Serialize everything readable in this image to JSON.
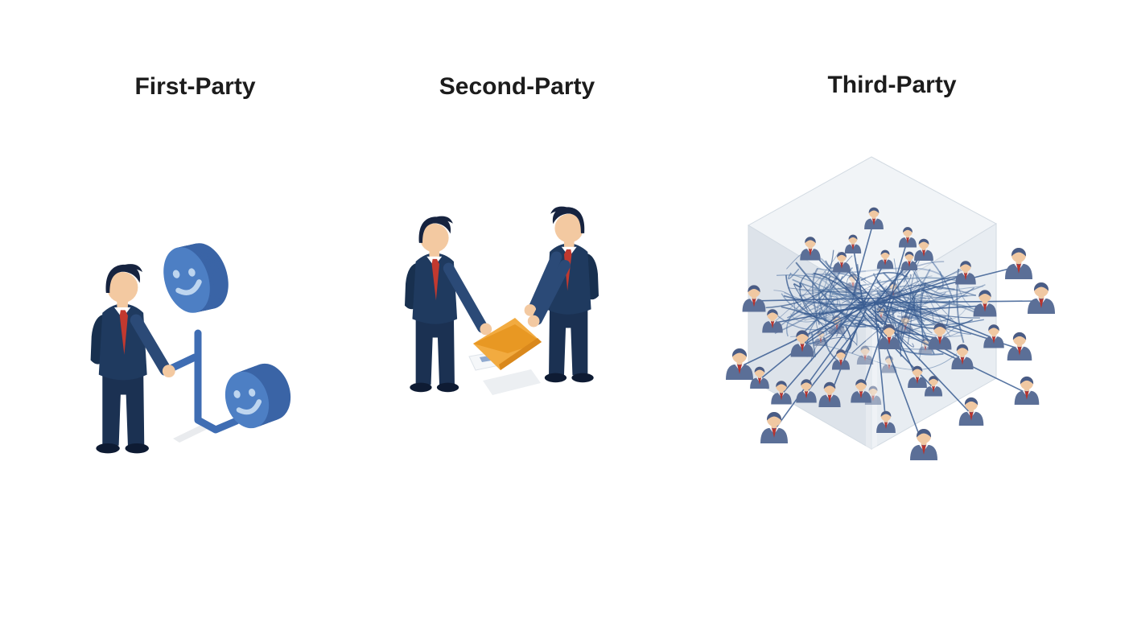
{
  "page": {
    "background": "#ffffff",
    "description": "Three-panel isometric illustration comparing first-party, second-party and third-party data relationships"
  },
  "panels": [
    {
      "title": "First-Party",
      "illustration": "businessman-linking-smiley-data-cylinders"
    },
    {
      "title": "Second-Party",
      "illustration": "two-businessmen-exchanging-envelope"
    },
    {
      "title": "Third-Party",
      "illustration": "crowd-network-data-cube"
    }
  ],
  "icons": {
    "smiley-cylinder-icon": "blue isometric disc with smiling face",
    "connector-pipe": "blue angled pipe linking hand to cylinders",
    "envelope-icon": "orange isometric envelope being handed over",
    "data-cube": "translucent isometric cube",
    "network-tangle": "dense tangle of blue connection lines",
    "person-icon": "small bust of businessperson with red tie"
  },
  "palette": {
    "title_text": "#1c1c1c",
    "suit": "#1f3a5f",
    "suit_shadow": "#18304f",
    "suit_arm": "#2b4a77",
    "trousers": "#1b3152",
    "shoes": "#0e1b33",
    "hair": "#16233f",
    "skin": "#f3c9a1",
    "tie": "#c2392f",
    "collar": "#ffffff",
    "cylinder_face": "#4d7fc4",
    "cylinder_rim": "#3a64a6",
    "cylinder_smile": "#bdd5ef",
    "connector": "#3f6db3",
    "envelope": "#f2ab40",
    "envelope_flap": "#e6941f",
    "envelope_edge": "#d9881c",
    "paper": "#eceff2",
    "document": "#f5f7f9",
    "document_detail": "#8fa9cf",
    "cube_top": "#f1f4f7",
    "cube_left": "#dde3ea",
    "cube_right": "#e8edf2",
    "cube_edge": "#d2dae2",
    "person_body": "#5b6f97",
    "person_hair": "#495c86",
    "person_skin": "#f0c8a2",
    "person_tie": "#b5342f",
    "network_line": "#3a5d92",
    "shadow": "#e9ebee"
  }
}
